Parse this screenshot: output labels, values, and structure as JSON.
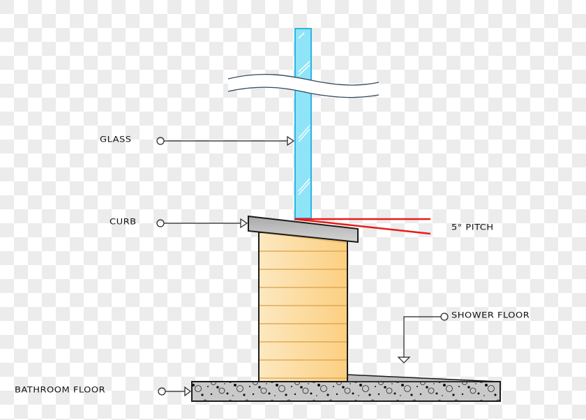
{
  "diagram": {
    "type": "shower curb cross-section detail",
    "labels": {
      "glass": "GLASS",
      "curb": "CURB",
      "pitch": "5° PITCH",
      "shower_floor": "SHOWER FLOOR",
      "bathroom_floor": "BATHROOM FLOOR"
    },
    "colors": {
      "glass_fill": "#8fe4f8",
      "glass_edge": "#29b6e6",
      "curb_cap": "#bdbdbd",
      "curb_body": "#fcd68f",
      "pitch_line": "#e81b1b",
      "slab": "#c8c8c8",
      "outline": "#1a1a1a"
    }
  }
}
